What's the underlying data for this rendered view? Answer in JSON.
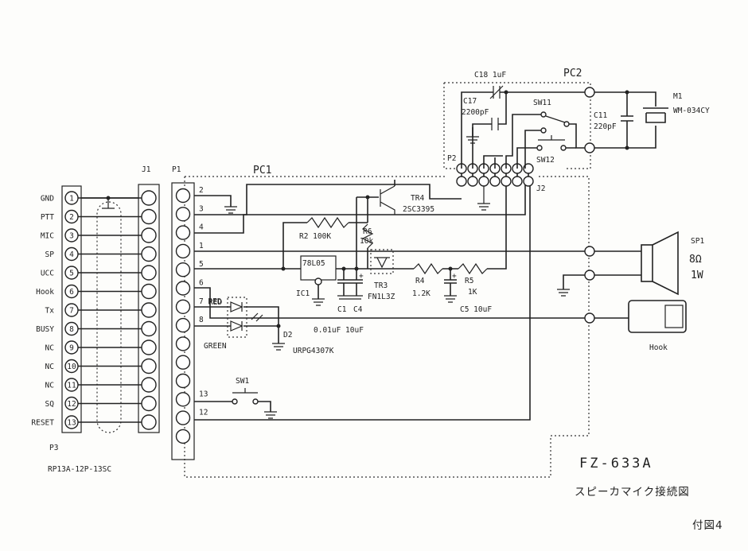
{
  "titles": {
    "model": "FZ-633A",
    "diagram": "スピーカマイク接続図",
    "figure": "付図4"
  },
  "board_labels": {
    "pc1": "PC1",
    "pc2": "PC2"
  },
  "connectors": {
    "p3": {
      "name": "P3",
      "part": "RP13A-12P-13SC",
      "pins": [
        {
          "num": "1",
          "label": "GND"
        },
        {
          "num": "2",
          "label": "PTT"
        },
        {
          "num": "3",
          "label": "MIC"
        },
        {
          "num": "4",
          "label": "SP"
        },
        {
          "num": "5",
          "label": "UCC"
        },
        {
          "num": "6",
          "label": "Hook"
        },
        {
          "num": "7",
          "label": "Tx"
        },
        {
          "num": "8",
          "label": "BUSY"
        },
        {
          "num": "9",
          "label": "NC"
        },
        {
          "num": "10",
          "label": "NC"
        },
        {
          "num": "11",
          "label": "NC"
        },
        {
          "num": "12",
          "label": "SQ"
        },
        {
          "num": "13",
          "label": "RESET"
        }
      ]
    },
    "j1": {
      "name": "J1"
    },
    "p1": {
      "name": "P1",
      "pin_labels": [
        "2",
        "3",
        "4",
        "1",
        "5",
        "6",
        "7 RED",
        "8",
        "",
        "",
        "",
        "13",
        "12",
        ""
      ]
    },
    "p2": {
      "name": "P2"
    },
    "j2": {
      "name": "J2"
    }
  },
  "components": {
    "c18": "C18 1uF",
    "c17_name": "C17",
    "c17_value": "2200pF",
    "sw11": "SW11",
    "sw12": "SW12",
    "c11_name": "C11",
    "c11_value": "220pF",
    "m1_name": "M1",
    "m1_part": "WM-034CY",
    "tr4": "TR4",
    "tr4_part": "2SC3395",
    "r2": "R2 100K",
    "r6_name": "R6",
    "r6_value": "10k",
    "ic1_part": "78L05",
    "ic1_name": "IC1",
    "c1": "C1",
    "c4": "C4",
    "c1c4_values": "0.01uF 10uF",
    "tr3": "TR3",
    "tr3_part": "FN1L3Z",
    "r4_name": "R4",
    "r4_value": "1.2K",
    "r5_name": "R5",
    "r5_value": "1K",
    "c5": "C5 10uF",
    "led_red": "RED",
    "led_green": "GREEN",
    "d2_name": "D2",
    "d2_part": "URPG4307K",
    "sw1": "SW1",
    "sp1_name": "SP1",
    "sp1_ohm": "8Ω",
    "sp1_watt": "1W",
    "hook": "Hook"
  },
  "plus_sign": "+"
}
